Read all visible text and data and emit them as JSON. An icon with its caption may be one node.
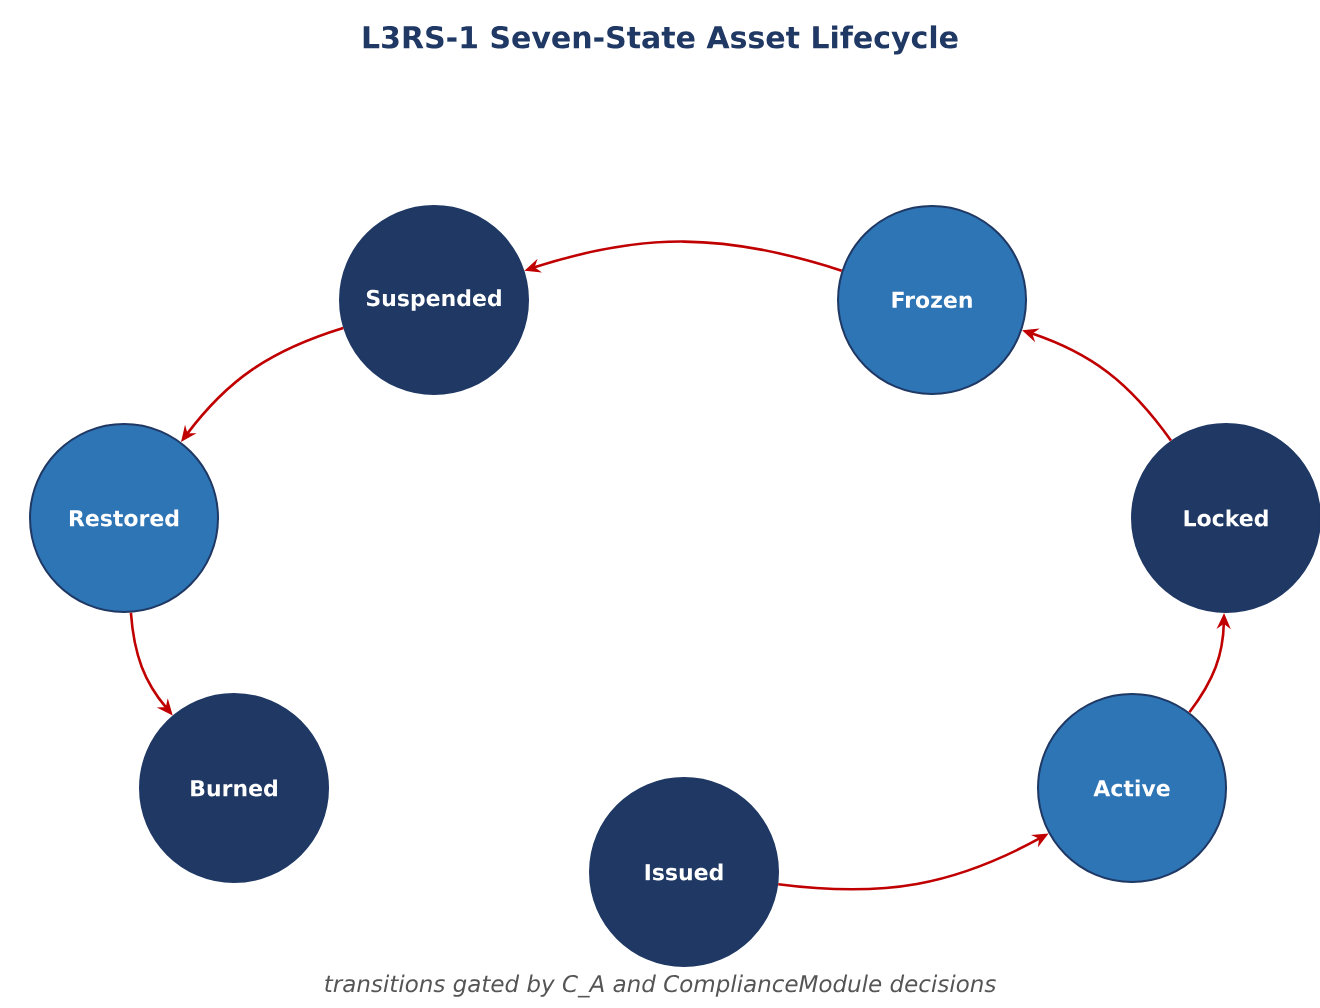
{
  "diagram": {
    "title": "L3RS-1 Seven-State Asset Lifecycle",
    "caption": "transitions gated by C_A and ComplianceModule decisions",
    "nodes": [
      {
        "text": [
          "Suspended"
        ]
      },
      {
        "text": [
          "Frozen"
        ]
      },
      {
        "text": [
          "Restored"
        ]
      },
      {
        "text": [
          "Locked"
        ]
      },
      {
        "text": [
          "Burned"
        ]
      },
      {
        "text": [
          "Active"
        ]
      },
      {
        "text": [
          "Issued"
        ]
      }
    ],
    "edges": [
      {
        "from": 6,
        "to": 5,
        "arrow": "to"
      },
      {
        "from": 5,
        "to": 3,
        "arrow": "to"
      },
      {
        "from": 3,
        "to": 1,
        "arrow": "to"
      },
      {
        "from": 1,
        "to": 0,
        "arrow": "to"
      },
      {
        "from": 0,
        "to": 2,
        "arrow": "to"
      },
      {
        "from": 2,
        "to": 4,
        "arrow": "to"
      }
    ]
  }
}
